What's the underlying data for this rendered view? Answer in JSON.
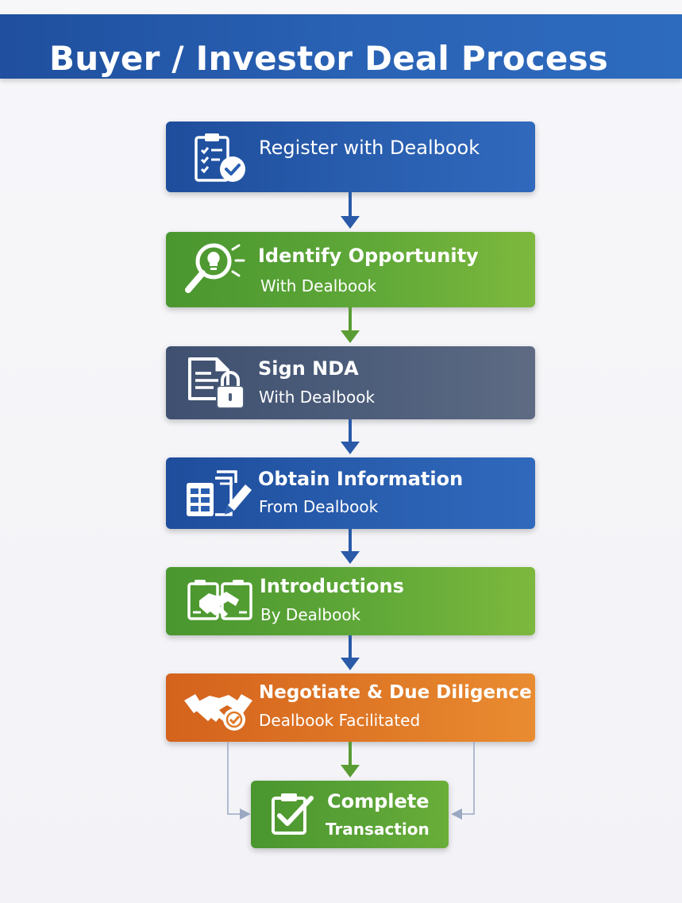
{
  "title": "Buyer / Investor Deal Process",
  "colors": {
    "blue": "#2a5fb0",
    "green": "#5fa838",
    "slate": "#4d5e7b",
    "orange": "#e07a27",
    "arrow_blue": "#2a5aa8",
    "arrow_green": "#5a9c34",
    "side_line": "#9aa8c4"
  },
  "steps": [
    {
      "title": "Register with Dealbook",
      "subtitle": "",
      "icon": "clipboard-check-icon",
      "color": "blue"
    },
    {
      "title": "Identify Opportunity",
      "subtitle": "With Dealbook",
      "icon": "magnifier-lightbulb-icon",
      "color": "green"
    },
    {
      "title": "Sign NDA",
      "subtitle": "With Dealbook",
      "icon": "document-lock-icon",
      "color": "slate"
    },
    {
      "title": "Obtain Information",
      "subtitle": "From Dealbook",
      "icon": "spreadsheet-pen-icon",
      "color": "blue"
    },
    {
      "title": "Introductions",
      "subtitle": "By Dealbook",
      "icon": "handshake-icon",
      "color": "green"
    },
    {
      "title": "Negotiate & Due Diligence",
      "subtitle": "Dealbook Facilitated",
      "icon": "handshake-check-icon",
      "color": "orange"
    },
    {
      "title": "Complete",
      "subtitle": "Transaction",
      "icon": "checkbox-icon",
      "color": "green"
    }
  ]
}
